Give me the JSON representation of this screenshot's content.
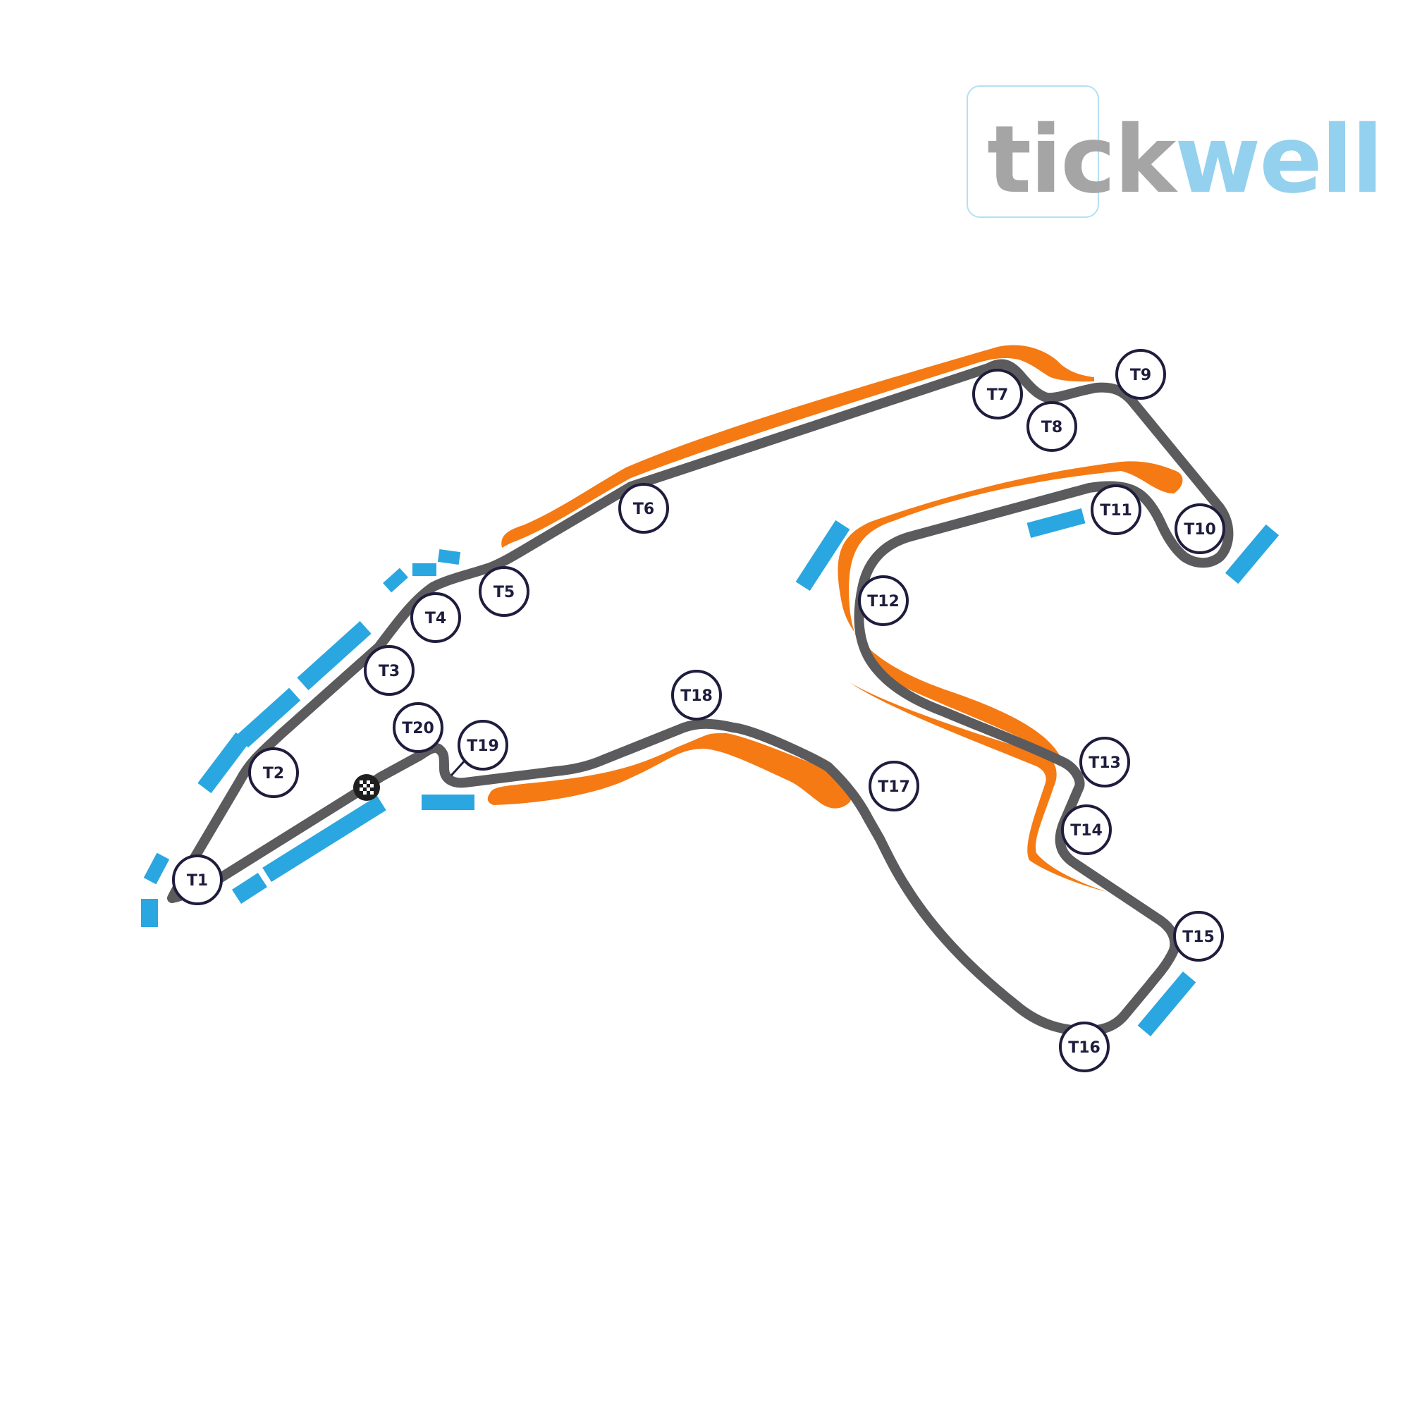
{
  "logo": {
    "part_dark": "tic",
    "part_mid": "k",
    "part_light": "well",
    "color_dark": "#a5a5a5",
    "color_light": "#93d1ee",
    "box_border_color": "#b4e0f3"
  },
  "colors": {
    "track": "#5b5b5d",
    "runoff_orange": "#f57a13",
    "barrier_blue": "#2aa7e0",
    "turn_marker_stroke": "#1f1d3d",
    "turn_marker_fill": "#ffffff",
    "finish_flag": "#1f1f1f"
  },
  "map": {
    "start_finish_icon": "checkered-flag-icon",
    "turns": [
      {
        "id": "t1",
        "label": "T1"
      },
      {
        "id": "t2",
        "label": "T2"
      },
      {
        "id": "t3",
        "label": "T3"
      },
      {
        "id": "t4",
        "label": "T4"
      },
      {
        "id": "t5",
        "label": "T5"
      },
      {
        "id": "t6",
        "label": "T6"
      },
      {
        "id": "t7",
        "label": "T7"
      },
      {
        "id": "t8",
        "label": "T8"
      },
      {
        "id": "t9",
        "label": "T9"
      },
      {
        "id": "t10",
        "label": "T10"
      },
      {
        "id": "t11",
        "label": "T11"
      },
      {
        "id": "t12",
        "label": "T12"
      },
      {
        "id": "t13",
        "label": "T13"
      },
      {
        "id": "t14",
        "label": "T14"
      },
      {
        "id": "t15",
        "label": "T15"
      },
      {
        "id": "t16",
        "label": "T16"
      },
      {
        "id": "t17",
        "label": "T17"
      },
      {
        "id": "t18",
        "label": "T18"
      },
      {
        "id": "t19",
        "label": "T19"
      },
      {
        "id": "t20",
        "label": "T20"
      }
    ]
  }
}
